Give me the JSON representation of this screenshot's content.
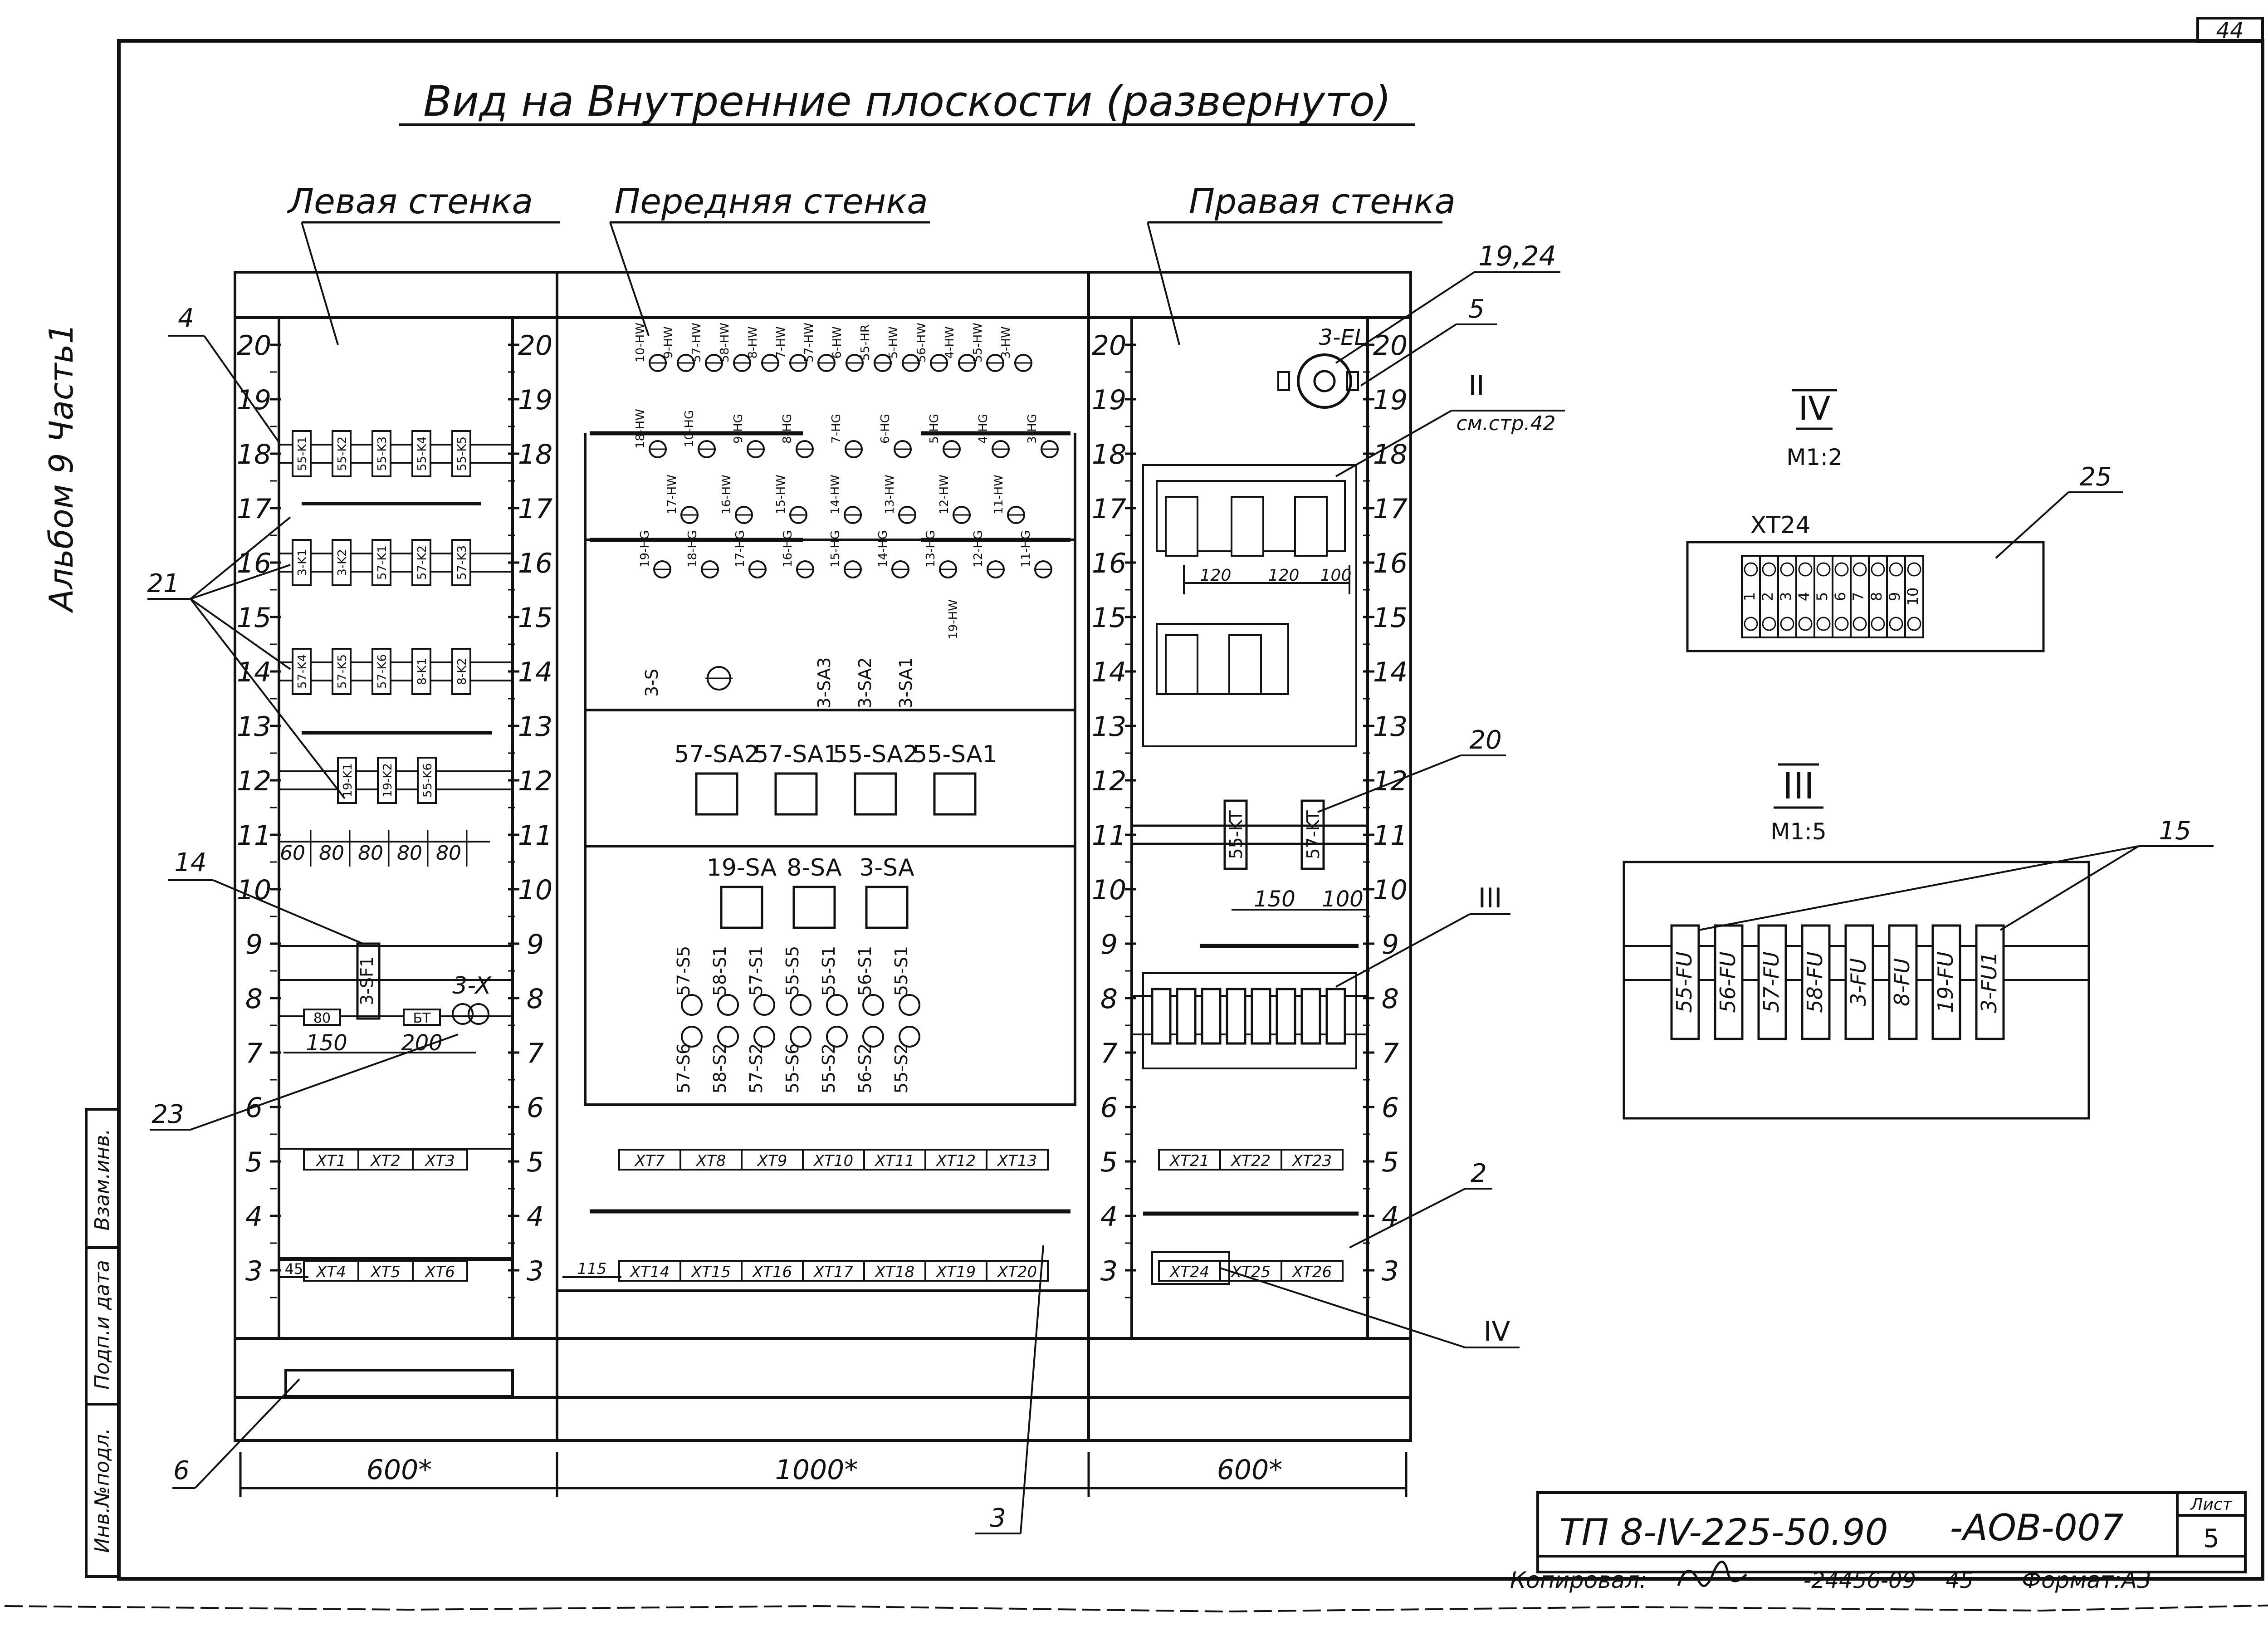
{
  "sheet_number": "44",
  "title": "Вид на Внутренние плоскости (развернуто)",
  "side_note": "Альбом 9 Часть1",
  "stamp_labels": [
    "Взам.инв.",
    "Подп.и дата",
    "Инв.№подл."
  ],
  "sections": {
    "left": "Левая стенка",
    "front": "Передняя стенка",
    "right": "Правая стенка"
  },
  "scale_numbers": [
    "20",
    "19",
    "18",
    "17",
    "16",
    "15",
    "14",
    "13",
    "12",
    "11",
    "10",
    "9",
    "8",
    "7",
    "6",
    "5",
    "4",
    "3"
  ],
  "callouts": {
    "c4": "4",
    "c21": "21",
    "c14": "14",
    "c23": "23",
    "c6": "6",
    "c3": "3",
    "c1924": "19,24",
    "c5": "5",
    "c2_roman": "II",
    "see_page": "см.стр.42",
    "c20": "20",
    "c3_roman": "III",
    "c2": "2",
    "c4_roman": "IV"
  },
  "left_wall": {
    "row18": [
      "55-K1",
      "55-K2",
      "55-K3",
      "55-K4",
      "55-K5"
    ],
    "row16": [
      "3-K1",
      "3-K2",
      "57-K1",
      "57-K2",
      "57-K3"
    ],
    "row14": [
      "57-K4",
      "57-K5",
      "57-K6",
      "8-K1",
      "8-K2"
    ],
    "row12": [
      "19-K1",
      "19-K2",
      "55-K6"
    ],
    "dims_row11": [
      "60",
      "80",
      "80",
      "80",
      "80"
    ],
    "sf_label": "3-SF1",
    "x_label": "3-X",
    "small_boxes": [
      "80",
      "БТ"
    ],
    "dims_row7": [
      "150",
      "200"
    ],
    "xt_upper": [
      "XT1",
      "XT2",
      "XT3"
    ],
    "xt_lower": [
      "XT4",
      "XT5",
      "XT6"
    ],
    "dim_45": "45"
  },
  "front_wall": {
    "hw_top": [
      "10-HW",
      "9-HW",
      "57-HW",
      "58-HW",
      "8-HW",
      "7-HW",
      "57-HW",
      "6-HW",
      "55-HR",
      "5-HW",
      "56-HW",
      "4-HW",
      "55-HW",
      "3-HW"
    ],
    "hg_row": [
      "18-HW",
      "10-HG",
      "9-HG",
      "8-HG",
      "7-HG",
      "6-HG",
      "5-HG",
      "4-HG",
      "3-HG"
    ],
    "hw_row3": [
      "17-HW",
      "16-HW",
      "15-HW",
      "14-HW",
      "13-HW",
      "12-HW",
      "11-HW"
    ],
    "hg_row4": [
      "19-HG",
      "18-HG",
      "17-HG",
      "16-HG",
      "15-HG",
      "14-HG",
      "13-HG",
      "12-HG",
      "11-HG"
    ],
    "hw_row5": [
      "19-HW"
    ],
    "switch_labels": [
      "3-S",
      "3-SA3",
      "3-SA2",
      "3-SA1"
    ],
    "sa_row1": [
      "57-SA2",
      "57-SA1",
      "55-SA2",
      "55-SA1"
    ],
    "sa_row2": [
      "19-SA",
      "8-SA",
      "3-SA"
    ],
    "btn_upper": [
      "57-S5",
      "58-S1",
      "57-S1",
      "55-S5",
      "55-S1",
      "56-S1",
      "55-S1"
    ],
    "btn_lower": [
      "57-S6",
      "58-S2",
      "57-S2",
      "55-S6",
      "55-S2",
      "56-S2",
      "55-S2"
    ],
    "xt_upper": [
      "XT7",
      "XT8",
      "XT9",
      "XT10",
      "XT11",
      "XT12",
      "XT13"
    ],
    "xt_lower": [
      "XT14",
      "XT15",
      "XT16",
      "XT17",
      "XT18",
      "XT19",
      "XT20"
    ],
    "dim_115": "115"
  },
  "right_wall": {
    "lamp_label": "3-EL",
    "dims_upper": [
      "120",
      "120",
      "100"
    ],
    "relays": [
      "55-KT",
      "57-KT"
    ],
    "dims_lower": [
      "150",
      "100"
    ],
    "xt_upper": [
      "XT21",
      "XT22",
      "XT23"
    ],
    "xt_lower": [
      "XT24",
      "XT25",
      "XT26"
    ]
  },
  "bottom_dims": [
    "600*",
    "1000*",
    "600*"
  ],
  "detail_IV": {
    "heading": "IV",
    "scale": "М1:2",
    "block_label": "XT24",
    "callout": "25",
    "terminals": [
      "1",
      "2",
      "3",
      "4",
      "5",
      "6",
      "7",
      "8",
      "9",
      "10"
    ]
  },
  "detail_III": {
    "heading": "III",
    "scale": "М1:5",
    "callout": "15",
    "fuses": [
      "55-FU",
      "56-FU",
      "57-FU",
      "58-FU",
      "3-FU",
      "8-FU",
      "19-FU",
      "3-FU1"
    ]
  },
  "title_block": {
    "code": "ТП 8-IV-225-50.90",
    "suffix": "-АОВ-007",
    "sheet_label": "Лист",
    "sheet_no": "5",
    "copied": "Копировал:",
    "order": "-24456-09",
    "order_num": "45",
    "format": "Формат:А3"
  }
}
